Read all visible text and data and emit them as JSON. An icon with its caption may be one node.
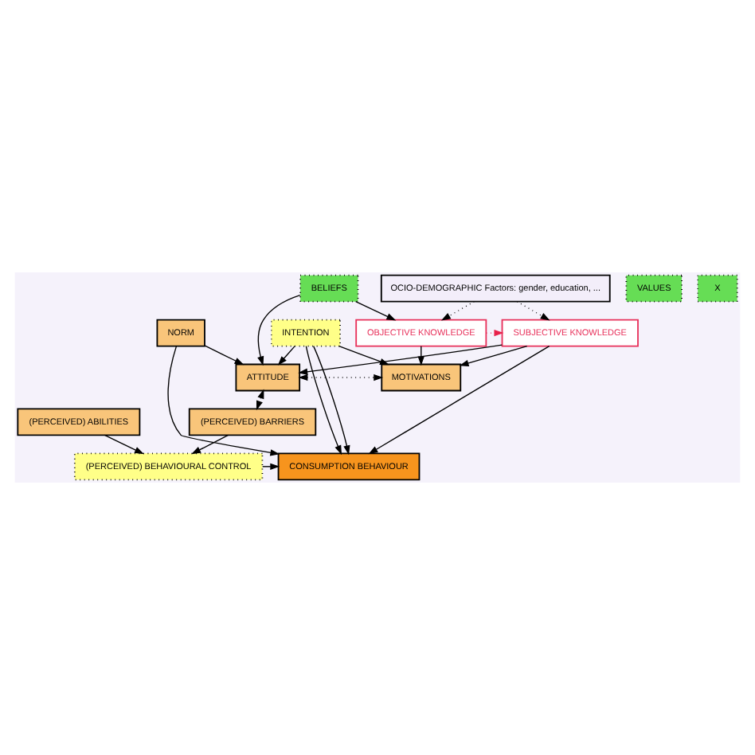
{
  "diagram": {
    "nodes": [
      {
        "text": [
          "OCIO-DEMOGRAPHIC Factors: gender, education, ..."
        ]
      },
      {
        "text": [
          "OBJECTIVE KNOWLEDGE"
        ]
      },
      {
        "text": [
          "SUBJECTIVE KNOWLEDGE"
        ]
      },
      {
        "text": [
          "VALUES"
        ]
      },
      {
        "text": [
          "X"
        ]
      },
      {
        "text": [
          "BELIEFS"
        ]
      },
      {
        "text": [
          "ATTITUDE"
        ]
      },
      {
        "text": [
          "MOTIVATIONS"
        ]
      },
      {
        "text": [
          "NORM"
        ]
      },
      {
        "text": [
          "INTENTION"
        ]
      },
      {
        "text": [
          "(PERCEIVED) BEHAVIOURAL CONTROL"
        ]
      },
      {
        "text": [
          "CONSUMPTION BEHAVIOUR"
        ]
      },
      {
        "text": [
          "(PERCEIVED) BARRIERS"
        ]
      },
      {
        "text": [
          "(PERCEIVED) ABILITIES"
        ]
      }
    ],
    "edges": [
      {
        "from": 0,
        "to": 1,
        "arrow": "to",
        "style": "dashed"
      },
      {
        "from": 0,
        "to": 2,
        "arrow": "to",
        "style": "dashed"
      },
      {
        "from": 1,
        "to": 2,
        "arrow": "to",
        "style": "dashed",
        "color": "#e8204a"
      },
      {
        "from": 5,
        "to": 1,
        "arrow": "to"
      },
      {
        "from": 5,
        "to": 6,
        "arrow": "to"
      },
      {
        "from": 1,
        "to": 7,
        "arrow": "to"
      },
      {
        "from": 2,
        "to": 6,
        "arrow": "to"
      },
      {
        "from": 2,
        "to": 7,
        "arrow": "to"
      },
      {
        "from": 6,
        "to": 7,
        "arrow": "both",
        "style": "dashed"
      },
      {
        "from": 6,
        "to": 12,
        "arrow": "both",
        "style": "dashed"
      },
      {
        "from": 8,
        "to": 6,
        "arrow": "to"
      },
      {
        "from": 9,
        "to": 6,
        "arrow": "to"
      },
      {
        "from": 9,
        "to": 7,
        "arrow": "to"
      },
      {
        "from": 8,
        "to": 11,
        "arrow": "to"
      },
      {
        "from": 10,
        "to": 11,
        "arrow": "to"
      },
      {
        "from": 9,
        "to": 11,
        "arrow": "to"
      },
      {
        "from": 9,
        "to": 11,
        "arrow": "to"
      },
      {
        "from": 2,
        "to": 11,
        "arrow": "to"
      },
      {
        "from": 12,
        "to": 10,
        "arrow": "to"
      },
      {
        "from": 13,
        "to": 10,
        "arrow": "to"
      }
    ]
  }
}
